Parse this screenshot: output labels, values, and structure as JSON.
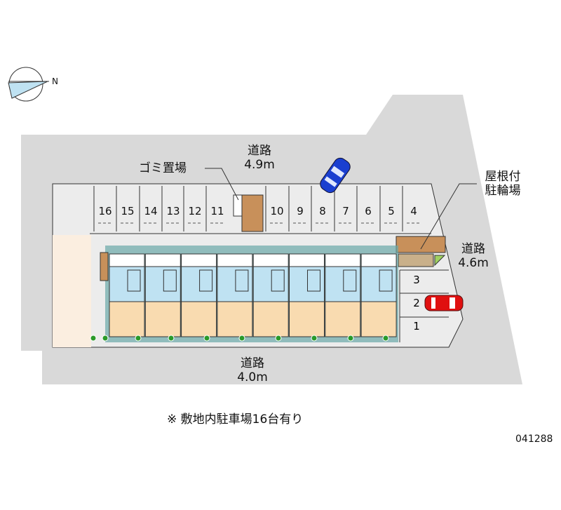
{
  "roads": {
    "north": {
      "label": "道路",
      "width": "4.9m"
    },
    "east": {
      "label": "道路",
      "width": "4.6m"
    },
    "south": {
      "label": "道路",
      "width": "4.0m"
    }
  },
  "garbage_label": "ゴミ置場",
  "bike_shed_label": [
    "屋根付",
    "駐輪場"
  ],
  "north_marker": "N",
  "parking_top": [
    "16",
    "15",
    "14",
    "13",
    "12",
    "11",
    "10",
    "9",
    "8",
    "7",
    "6",
    "5",
    "4"
  ],
  "parking_right": [
    "3",
    "2",
    "1"
  ],
  "note": "※ 敷地内駐車場16台有り",
  "code": "041288",
  "colors": {
    "road": "#d9d9d9",
    "blue_room": "#bfe2f2",
    "peach_room": "#f9dbb0",
    "teal": "#6aa8a8",
    "brick": "#c8905a",
    "car_blue": "#1a3fd0",
    "car_red": "#e01010"
  }
}
